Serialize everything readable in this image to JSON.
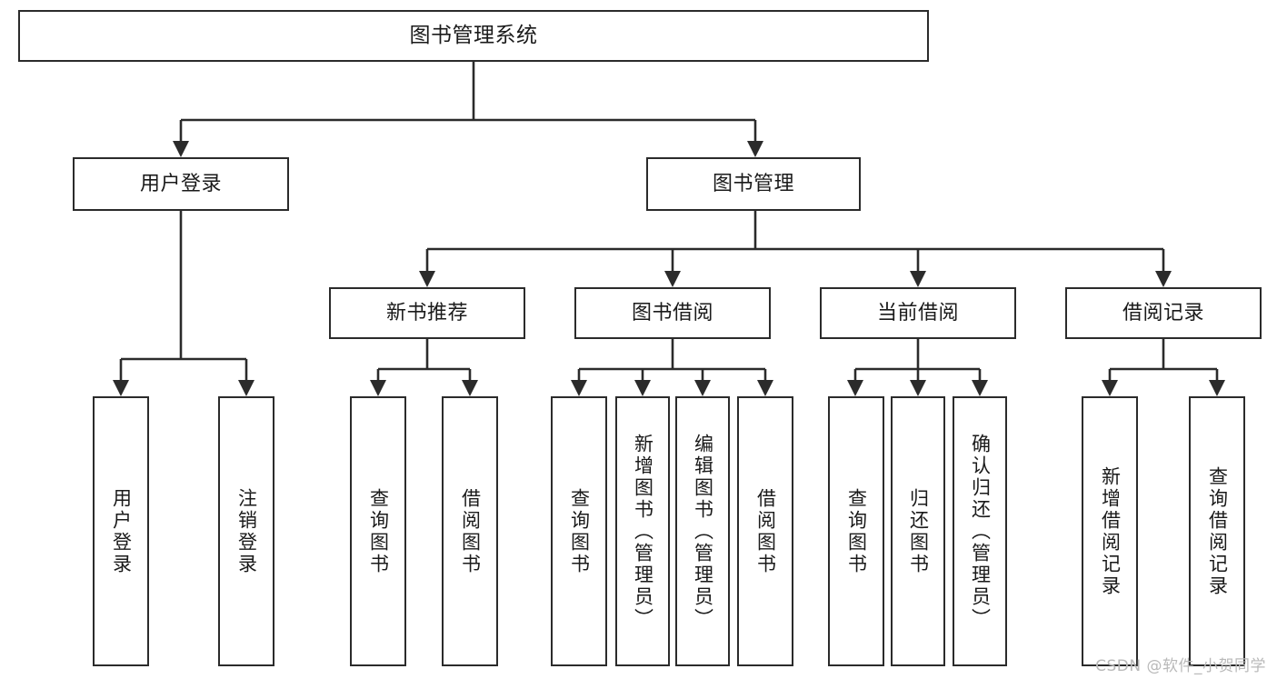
{
  "diagram": {
    "title": "图书管理系统",
    "type": "tree-hierarchy",
    "root": {
      "id": "root",
      "label": "图书管理系统"
    },
    "level2": [
      {
        "id": "user-login",
        "label": "用户登录"
      },
      {
        "id": "book-manage",
        "label": "图书管理"
      }
    ],
    "level3": [
      {
        "id": "new-book-rec",
        "label": "新书推荐"
      },
      {
        "id": "book-borrow",
        "label": "图书借阅"
      },
      {
        "id": "current-borrow",
        "label": "当前借阅"
      },
      {
        "id": "borrow-record",
        "label": "借阅记录"
      }
    ],
    "leaves": [
      {
        "id": "leaf-user-login",
        "label": "用户登录",
        "parent": "user-login"
      },
      {
        "id": "leaf-logout",
        "label": "注销登录",
        "parent": "user-login"
      },
      {
        "id": "leaf-query-book-1",
        "label": "查询图书",
        "parent": "new-book-rec"
      },
      {
        "id": "leaf-borrow-book-1",
        "label": "借阅图书",
        "parent": "new-book-rec"
      },
      {
        "id": "leaf-query-book-2",
        "label": "查询图书",
        "parent": "book-borrow"
      },
      {
        "id": "leaf-add-book",
        "label": "新增图书（管理员）",
        "parent": "book-borrow"
      },
      {
        "id": "leaf-edit-book",
        "label": "编辑图书（管理员）",
        "parent": "book-borrow"
      },
      {
        "id": "leaf-borrow-book-2",
        "label": "借阅图书",
        "parent": "book-borrow"
      },
      {
        "id": "leaf-query-book-3",
        "label": "查询图书",
        "parent": "current-borrow"
      },
      {
        "id": "leaf-return-book",
        "label": "归还图书",
        "parent": "current-borrow"
      },
      {
        "id": "leaf-confirm-return",
        "label": "确认归还（管理员）",
        "parent": "current-borrow"
      },
      {
        "id": "leaf-add-record",
        "label": "新增借阅记录",
        "parent": "borrow-record"
      },
      {
        "id": "leaf-query-record",
        "label": "查询借阅记录",
        "parent": "borrow-record"
      }
    ]
  },
  "watermark": {
    "text": "CSDN @软件_小贺同学"
  },
  "colors": {
    "border": "#2b2b2b",
    "background": "#ffffff",
    "text": "#1a1a1a",
    "watermark": "#b9b9b9"
  }
}
